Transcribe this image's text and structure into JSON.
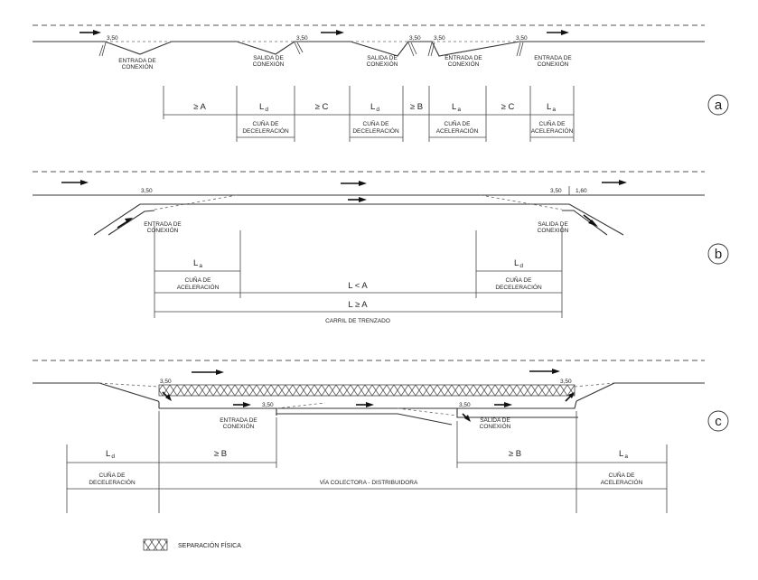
{
  "diagram_a": {
    "label": "a",
    "lane_width_values": [
      "3,50",
      "3,50",
      "3,50",
      "3,50",
      "3,50"
    ],
    "ramp_labels": [
      [
        "ENTRADA DE",
        "CONEXIÓN"
      ],
      [
        "SALIDA DE",
        "CONEXIÓN"
      ],
      [
        "SALIDA DE",
        "CONEXIÓN"
      ],
      [
        "ENTRADA DE",
        "CONEXIÓN"
      ],
      [
        "ENTRADA DE",
        "CONEXIÓN"
      ]
    ],
    "dimension_labels": [
      "≥ A",
      "L",
      "≥ C",
      "L",
      "≥ B",
      "L",
      "≥ C",
      "L"
    ],
    "dimension_subscripts": [
      "",
      "d",
      "",
      "d",
      "",
      "a",
      "",
      "a"
    ],
    "wedge_labels": [
      [
        "CUÑA DE",
        "DECELERACIÓN"
      ],
      [
        "CUÑA DE",
        "DECELERACIÓN"
      ],
      [
        "CUÑA DE",
        "ACELERACIÓN"
      ],
      [
        "CUÑA DE",
        "ACELERACIÓN"
      ]
    ]
  },
  "diagram_b": {
    "label": "b",
    "lane_width_values": [
      "3,50",
      "3,50",
      "1,60"
    ],
    "ramp_labels": [
      [
        "ENTRADA DE",
        "CONEXIÓN"
      ],
      [
        "SALIDA DE",
        "CONEXIÓN"
      ]
    ],
    "dimension_labels": [
      "L",
      "L",
      "L < A",
      "L ≥ A"
    ],
    "dimension_subscripts": [
      "a",
      "d",
      "",
      ""
    ],
    "wedge_labels": [
      [
        "CUÑA DE",
        "ACELERACIÓN"
      ],
      [
        "CUÑA DE",
        "DECELERACIÓN"
      ]
    ],
    "weaving_lane_label": "CARRIL DE TRENZADO"
  },
  "diagram_c": {
    "label": "c",
    "lane_width_values": [
      "3,50",
      "3,50",
      "3,50",
      "3,50"
    ],
    "ramp_labels": [
      [
        "ENTRADA DE",
        "CONEXIÓN"
      ],
      [
        "SALIDA DE",
        "CONEXIÓN"
      ]
    ],
    "dimension_labels": [
      "L",
      "≥ B",
      "≥ B",
      "L"
    ],
    "dimension_subscripts": [
      "d",
      "",
      "",
      "a"
    ],
    "wedge_labels": [
      [
        "CUÑA DE",
        "DECELERACIÓN"
      ],
      [
        "CUÑA DE",
        "ACELERACIÓN"
      ]
    ],
    "collector_label": "VÍA COLECTORA - DISTRIBUIDORA"
  },
  "legend": {
    "label": "SEPARACIÓN FÍSICA",
    "icon": "cross-hatch-pattern"
  }
}
